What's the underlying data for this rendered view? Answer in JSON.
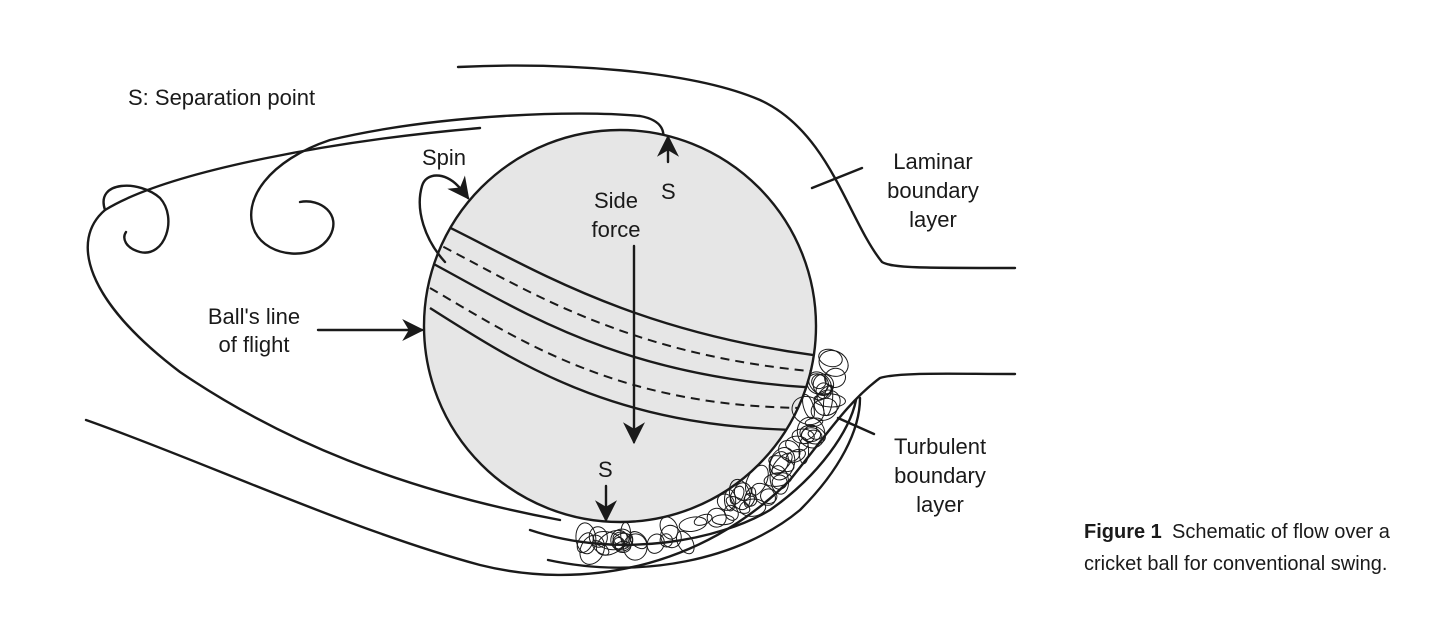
{
  "legend": "S: Separation point",
  "labels": {
    "spin": "Spin",
    "side_force_line1": "Side",
    "side_force_line2": "force",
    "s_top": "S",
    "s_bottom": "S",
    "line_of_flight_line1": "Ball's line",
    "line_of_flight_line2": "of flight",
    "laminar_line1": "Laminar",
    "laminar_line2": "boundary",
    "laminar_line3": "layer",
    "turbulent_line1": "Turbulent",
    "turbulent_line2": "boundary",
    "turbulent_line3": "layer"
  },
  "caption": {
    "label": "Figure 1",
    "line1": "Schematic of flow over a",
    "line2": "cricket ball for conventional swing."
  },
  "colors": {
    "ball_fill": "#e6e6e6",
    "stroke": "#1a1a1a",
    "background": "#ffffff"
  }
}
